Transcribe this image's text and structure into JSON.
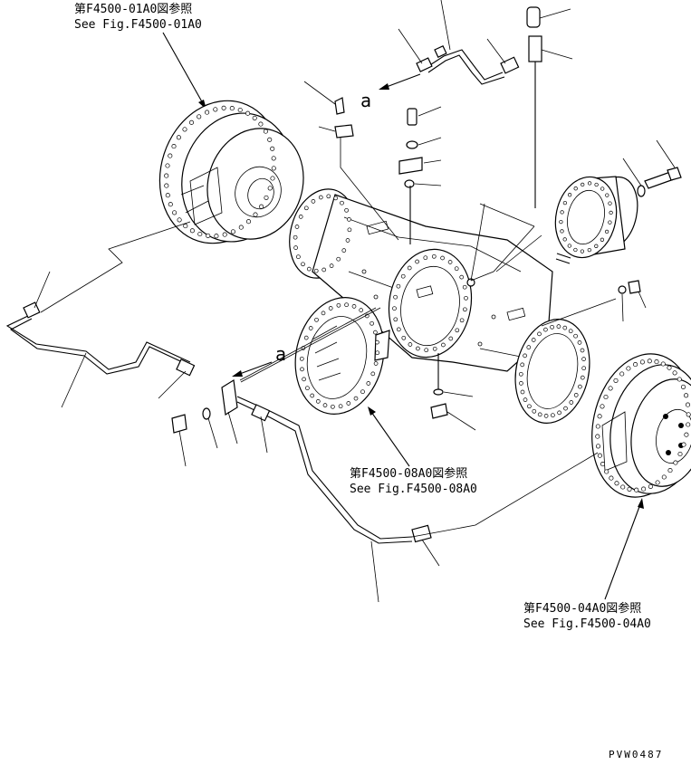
{
  "references": {
    "ref_01a0_jp": "第F4500-01A0図参照",
    "ref_01a0_en": "See Fig.F4500-01A0",
    "ref_08a0_jp": "第F4500-08A0図参照",
    "ref_08a0_en": "See Fig.F4500-08A0",
    "ref_04a0_jp": "第F4500-04A0図参照",
    "ref_04a0_en": "See Fig.F4500-04A0"
  },
  "view_marks": {
    "a_top": "a",
    "a_mid": "a"
  },
  "drawing_code": "PVW0487"
}
